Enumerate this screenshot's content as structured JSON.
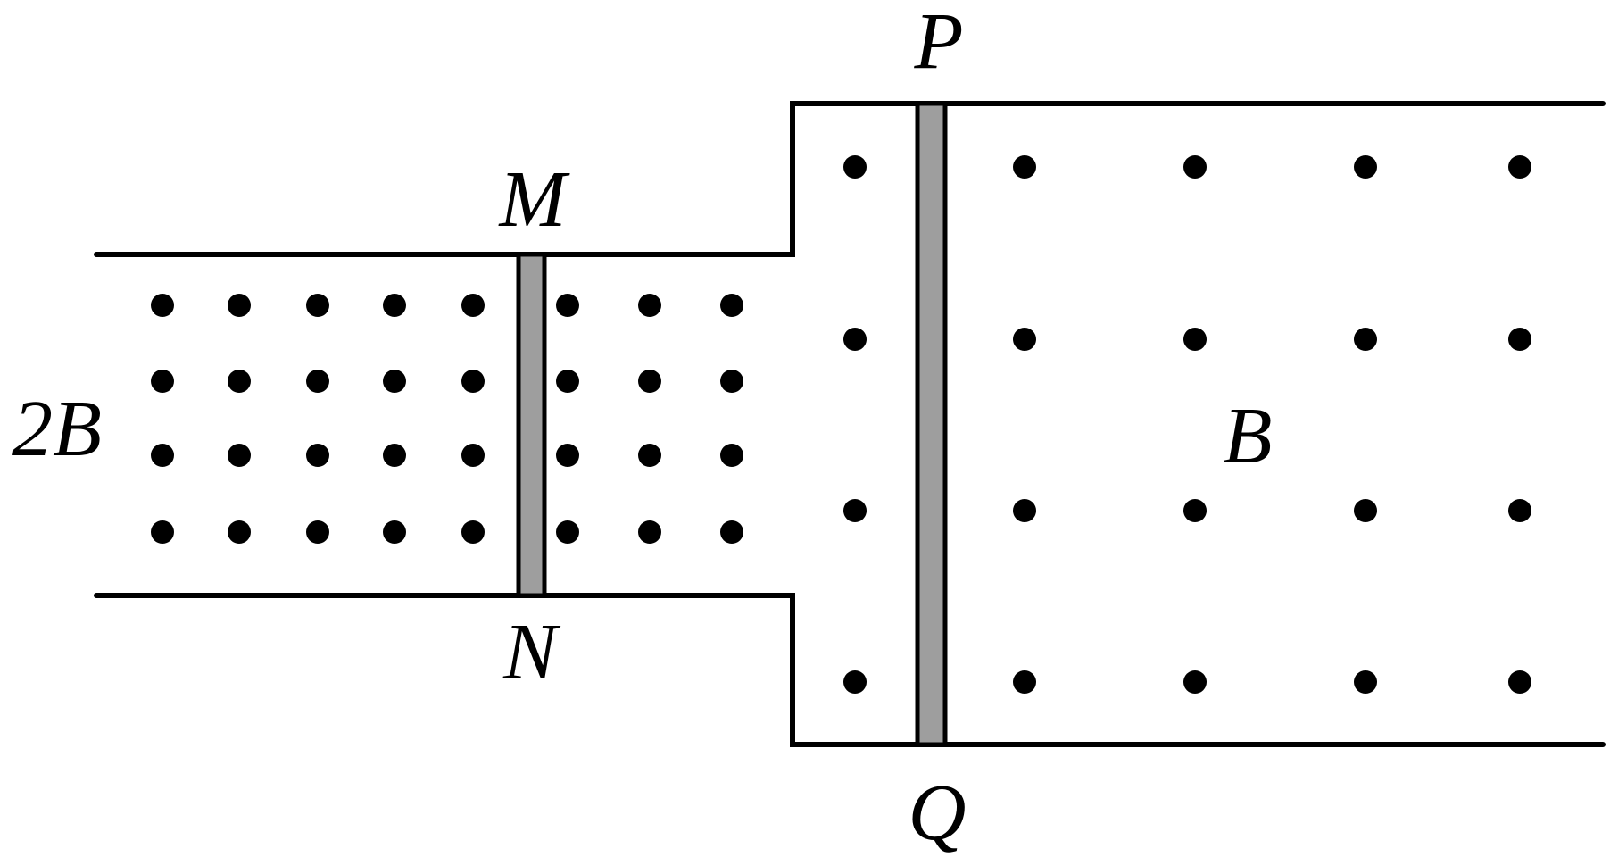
{
  "labels": {
    "rod_mn_top": "M",
    "rod_mn_bottom": "N",
    "rod_pq_top": "P",
    "rod_pq_bottom": "Q",
    "left_field": "2B",
    "right_field": "B"
  },
  "field": {
    "direction": "out of page",
    "symbol": "dot-icon"
  },
  "colors": {
    "rail": "#000000",
    "rod_fill": "#9e9e9e",
    "dot": "#000000"
  }
}
